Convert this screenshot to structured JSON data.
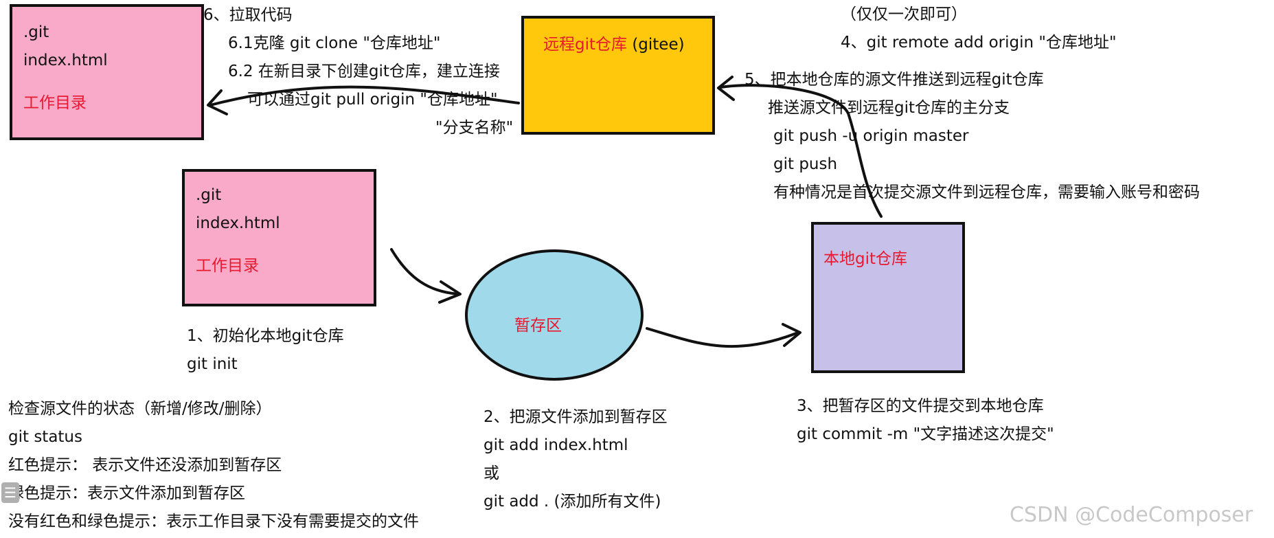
{
  "top_workdir": {
    "file1": ".git",
    "file2": "index.html",
    "label": "工作目录"
  },
  "mid_workdir": {
    "file1": ".git",
    "file2": "index.html",
    "label": "工作目录"
  },
  "remote_repo": {
    "label_red": "远程git仓库",
    "label_black": "(gitee)"
  },
  "staging": {
    "label": "暂存区"
  },
  "local_repo": {
    "label": "本地git仓库"
  },
  "step6": {
    "title": "6、拉取代码",
    "line1": "6.1克隆  git  clone \"仓库地址\"",
    "line2": "6.2 在新目录下创建git仓库，建立连接",
    "line3": "可以通过git pull  origin \"仓库地址\"",
    "line4": "\"分支名称\""
  },
  "step4": {
    "line1": "（仅仅一次即可）",
    "line2": "4、git  remote add origin  \"仓库地址\""
  },
  "step5": {
    "line1": "5、把本地仓库的源文件推送到远程git仓库",
    "line2": "推送源文件到远程git仓库的主分支",
    "line3": "git  push  -u origin  master",
    "line4": "git  push",
    "line5": "有种情况是首次提交源文件到远程仓库，需要输入账号和密码"
  },
  "step1": {
    "line1": "1、初始化本地git仓库",
    "line2": "git  init"
  },
  "step2": {
    "line1": "2、把源文件添加到暂存区",
    "line2": "git  add  index.html",
    "line3": "或",
    "line4": "git add .  (添加所有文件)"
  },
  "step3": {
    "line1": "3、把暂存区的文件提交到本地仓库",
    "line2": "git  commit  -m \"文字描述这次提交\""
  },
  "status": {
    "line1": "检查源文件的状态（新增/修改/删除）",
    "line2": "git status",
    "line3": "红色提示：  表示文件还没添加到暂存区",
    "line4": "绿色提示：表示文件添加到暂存区",
    "line5": "没有红色和绿色提示：表示工作目录下没有需要提交的文件"
  },
  "watermark": "CSDN @CodeComposer",
  "colors": {
    "workdir": "#f9aac8",
    "remote": "#ffc80c",
    "staging": "#9fd9ea",
    "local": "#c7c0e8",
    "red_text": "#e8182e"
  }
}
